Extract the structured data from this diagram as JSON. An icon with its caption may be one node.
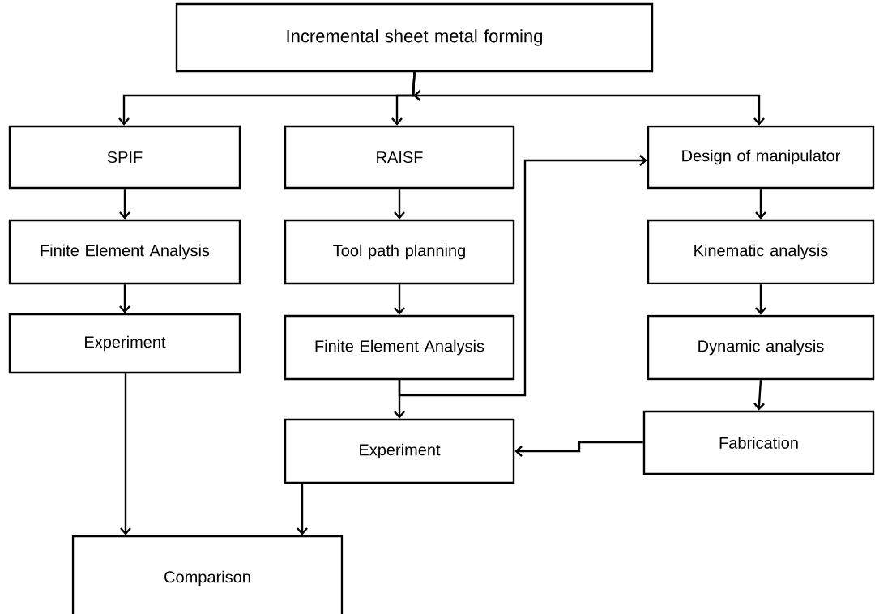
{
  "diagram": {
    "nodes": [
      {
        "text": [
          "Incremental sheet metal forming"
        ]
      },
      {
        "text": [
          "SPIF"
        ]
      },
      {
        "text": [
          "RAISF"
        ]
      },
      {
        "text": [
          "Design of manipulator"
        ]
      },
      {
        "text": [
          "Finite Element Analysis"
        ]
      },
      {
        "text": [
          "Tool path planning"
        ]
      },
      {
        "text": [
          "Kinematic  analysis"
        ]
      },
      {
        "text": [
          "Experiment"
        ]
      },
      {
        "text": [
          "Finite Element Analysis"
        ]
      },
      {
        "text": [
          "Dynamic analysis"
        ]
      },
      {
        "text": [
          "Experiment"
        ]
      },
      {
        "text": [
          "Fabrication"
        ]
      },
      {
        "text": [
          "Comparison"
        ]
      }
    ],
    "edges": [
      {
        "from": 0,
        "to": 1,
        "arrow": "to"
      },
      {
        "from": 0,
        "to": 2,
        "arrow": "to"
      },
      {
        "from": 0,
        "to": 3,
        "arrow": "to"
      },
      {
        "from": 1,
        "to": 4,
        "arrow": "to"
      },
      {
        "from": 2,
        "to": 5,
        "arrow": "to"
      },
      {
        "from": 3,
        "to": 6,
        "arrow": "to"
      },
      {
        "from": 4,
        "to": 7,
        "arrow": "to"
      },
      {
        "from": 5,
        "to": 8,
        "arrow": "to"
      },
      {
        "from": 6,
        "to": 9,
        "arrow": "to"
      },
      {
        "from": 8,
        "to": 10,
        "arrow": "to"
      },
      {
        "from": 8,
        "to": 3,
        "arrow": "to"
      },
      {
        "from": 9,
        "to": 11,
        "arrow": "to"
      },
      {
        "from": 11,
        "to": 10,
        "arrow": "to"
      },
      {
        "from": 7,
        "to": 12,
        "arrow": "to"
      },
      {
        "from": 10,
        "to": 12,
        "arrow": "to"
      }
    ]
  }
}
